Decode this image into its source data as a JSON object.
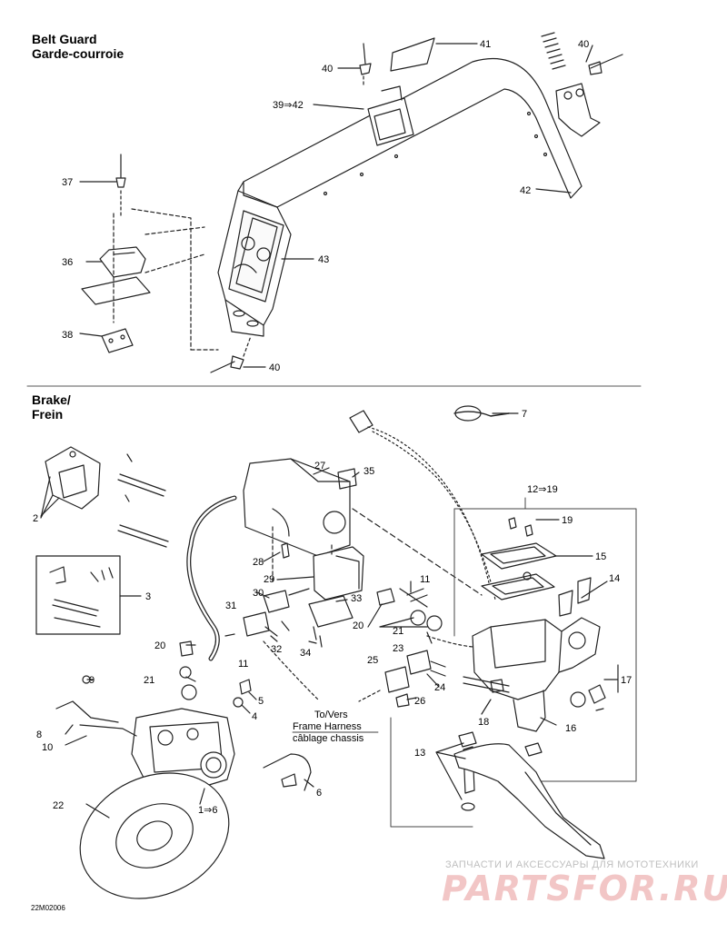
{
  "sections": {
    "belt_guard": {
      "title_en": "Belt Guard",
      "title_fr": "Garde-courroie"
    },
    "brake": {
      "title_en": "Brake/",
      "title_fr": "Frein"
    }
  },
  "callouts": {
    "c41": "41",
    "c40a": "40",
    "c40b": "40",
    "c39": "39⇒42",
    "c37": "37",
    "c42": "42",
    "c36": "36",
    "c43": "43",
    "c38": "38",
    "c40c": "40",
    "c7": "7",
    "c27": "27",
    "c35": "35",
    "c2": "2",
    "c12": "12⇒19",
    "c19": "19",
    "c15": "15",
    "c14": "14",
    "c3": "3",
    "c28": "28",
    "c29": "29",
    "c11a": "11",
    "c30": "30",
    "c33": "33",
    "c21a": "21",
    "c20a": "20",
    "c31": "31",
    "c32": "32",
    "c34": "34",
    "c20b": "20",
    "c11b": "11",
    "c25": "25",
    "c23": "23",
    "c24": "24",
    "c21b": "21",
    "c17": "17",
    "c9": "9",
    "c5": "5",
    "c26": "26",
    "c18": "18",
    "c4": "4",
    "c16": "16",
    "c8": "8",
    "c10": "10",
    "c13": "13",
    "c6": "6",
    "c22": "22",
    "c1": "1⇒6"
  },
  "notes": {
    "to_vers": "To/Vers",
    "frame_harness": "Frame Harness",
    "cablage": "câblage chassis"
  },
  "doc_id": "22M02006",
  "watermark": {
    "tagline": "ЗАПЧАСТИ И АКСЕССУАРЫ ДЛЯ МОТОТЕХНИКИ",
    "logo": "PARTSFOR.RU"
  }
}
